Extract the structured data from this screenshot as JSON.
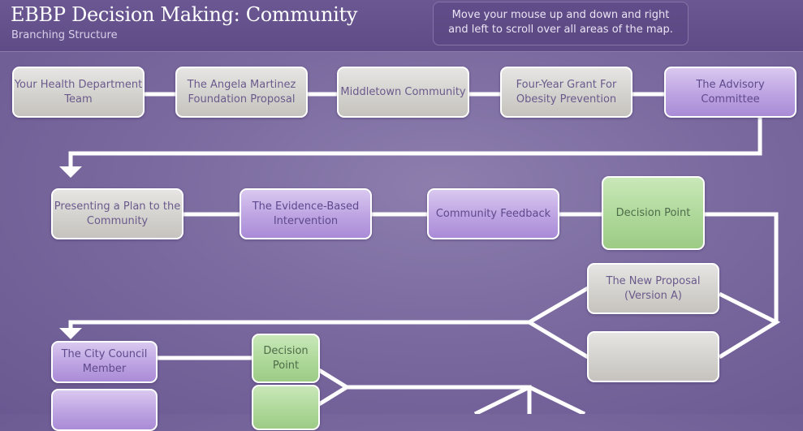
{
  "header": {
    "title": "EBBP Decision Making: Community",
    "subtitle": "Branching Structure",
    "hint": "Move your mouse up and down and right and left to scroll over all areas of the map."
  },
  "nodes": {
    "health_team": "Your Health Department Team",
    "foundation": "The Angela Martinez Foundation Proposal",
    "middletown": "Middletown Community",
    "grant": "Four-Year Grant For Obesity Prevention",
    "advisory": "The Advisory Committee",
    "presenting": "Presenting a Plan to the Community",
    "intervention": "The Evidence-Based Intervention",
    "feedback": "Community Feedback",
    "decision1": "Decision Point",
    "new_proposal_a": "The New Proposal (Version A)",
    "blank_gray": "",
    "council": "The City Council Member",
    "decision2": "Decision Point",
    "blank_purple": "",
    "blank_green": ""
  },
  "colors": {
    "background": "#7a6a9f",
    "header": "#5f4c87",
    "connector": "#ffffff",
    "node_gray": "#d4d2ce",
    "node_purple": "#bda3e2",
    "node_green": "#aed89a",
    "node_text": "#6a5a8c"
  }
}
